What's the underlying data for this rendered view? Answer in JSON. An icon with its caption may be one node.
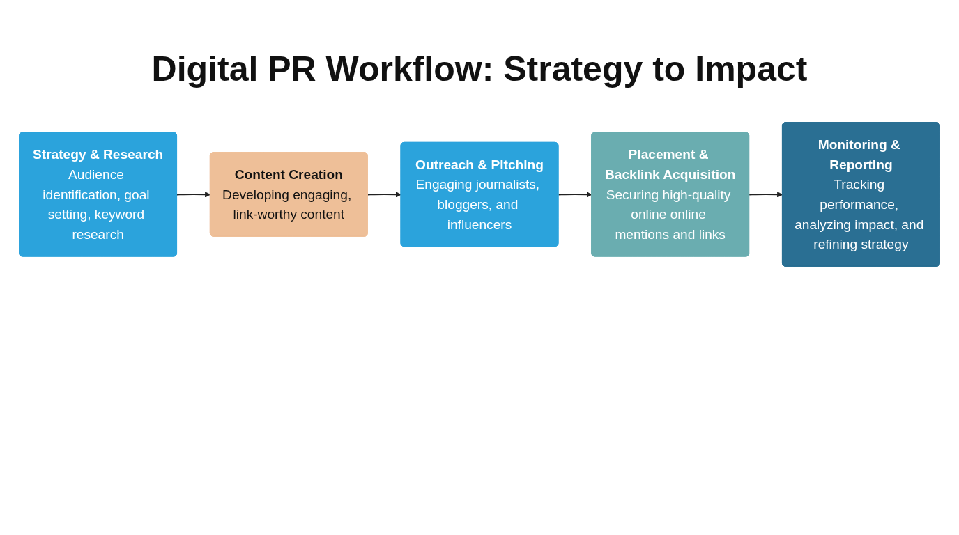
{
  "diagram": {
    "title": "Digital PR Workflow: Strategy to Impact",
    "nodes": [
      {
        "text": [
          "Strategy & Research",
          "Audience identification, goal setting, keyword research"
        ]
      },
      {
        "text": [
          "Content Creation",
          "Developing engaging, link-worthy content"
        ]
      },
      {
        "text": [
          "Outreach & Pitching",
          "Engaging journalists, bloggers, and influencers"
        ]
      },
      {
        "text": [
          "Placement & Backlink Acquisition",
          "Securing high-quality online online mentions and links"
        ]
      },
      {
        "text": [
          "Monitoring & Reporting",
          "Tracking performance, analyzing impact, and refining strategy"
        ]
      }
    ],
    "edges": [
      {
        "from": 0,
        "to": 1,
        "arrow": "to"
      },
      {
        "from": 1,
        "to": 2,
        "arrow": "to"
      },
      {
        "from": 2,
        "to": 3,
        "arrow": "to"
      },
      {
        "from": 3,
        "to": 4,
        "arrow": "to"
      }
    ]
  }
}
